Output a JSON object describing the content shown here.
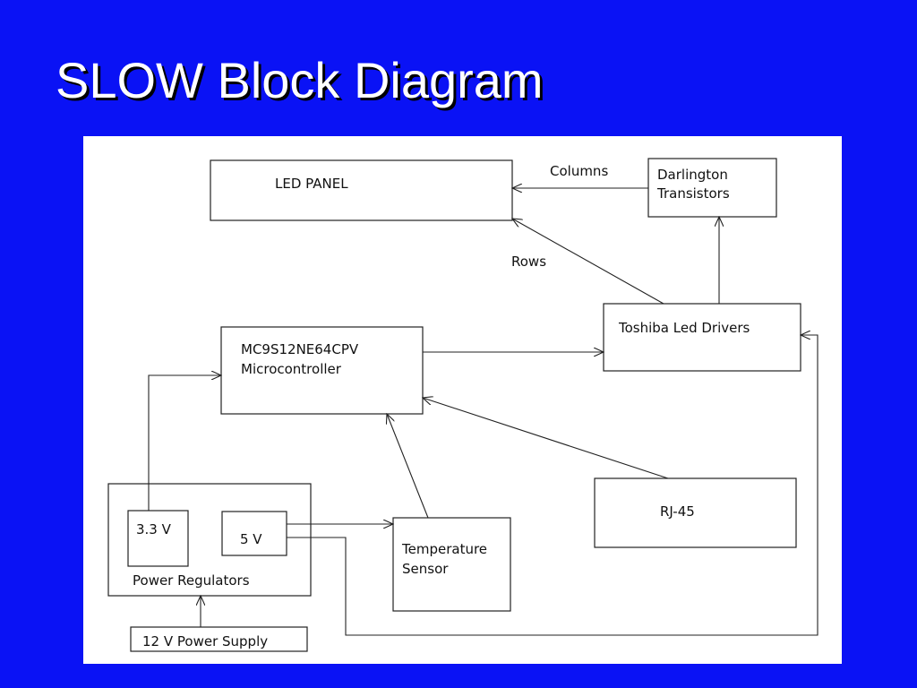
{
  "slide": {
    "title": "SLOW Block Diagram",
    "background_color": "#0a12f5"
  },
  "diagram": {
    "blocks": {
      "led_panel": [
        "LED PANEL"
      ],
      "darlington": [
        "Darlington",
        "Transistors"
      ],
      "toshiba": [
        "Toshiba Led Drivers"
      ],
      "mcu": [
        "MC9S12NE64CPV",
        "Microcontroller"
      ],
      "rj45": [
        "RJ-45"
      ],
      "power_regulators": [
        "Power Regulators"
      ],
      "reg_33": [
        "3.3 V"
      ],
      "reg_5": [
        "5 V"
      ],
      "temp_sensor": [
        "Temperature",
        "Sensor"
      ],
      "supply_12v": [
        "12 V Power Supply"
      ]
    },
    "edge_labels": {
      "columns": "Columns",
      "rows": "Rows"
    }
  }
}
